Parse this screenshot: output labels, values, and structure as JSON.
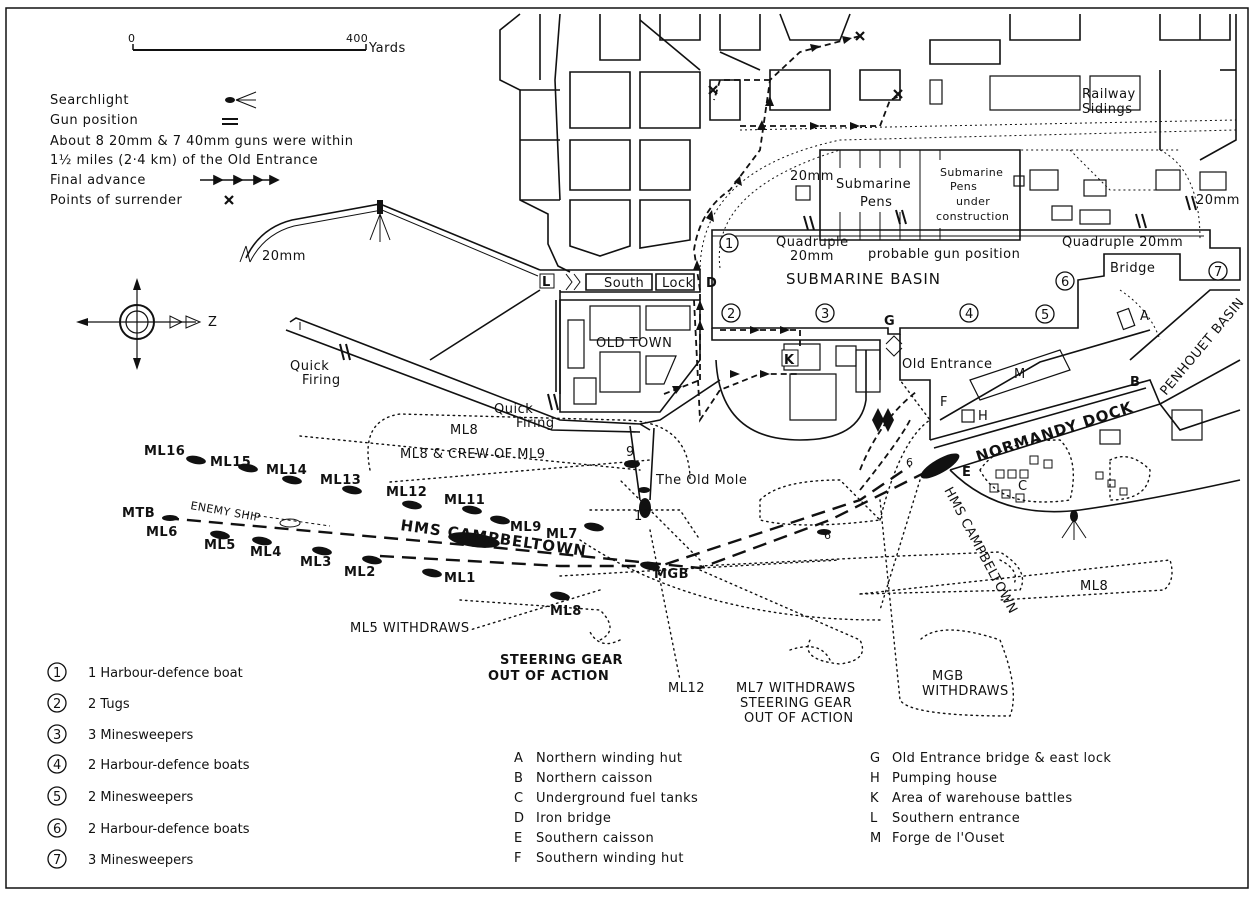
{
  "scale": {
    "zero": "0",
    "max": "400",
    "unit": "Yards"
  },
  "legend": {
    "searchlight": "Searchlight",
    "gun_position": "Gun position",
    "note_line1": "About 8 20mm & 7 40mm guns were within",
    "note_line2": "1½ miles (2·4 km) of the Old Entrance",
    "final_advance": "Final advance",
    "points_of_surrender": "Points of surrender"
  },
  "compass": {
    "north": "Z"
  },
  "places": {
    "railway_sidings_1": "Railway",
    "railway_sidings_2": "Sidings",
    "submarine_pens_1": "Submarine",
    "submarine_pens_2": "Pens",
    "pens_construction_1": "Submarine",
    "pens_construction_2": "Pens",
    "pens_construction_3": "under",
    "pens_construction_4": "construction",
    "quad20_left_1": "Quadruple",
    "quad20_left_2": "20mm",
    "probable_gun": "probable gun position",
    "quad20_right": "Quadruple 20mm",
    "bridge": "Bridge",
    "submarine_basin": "SUBMARINE   BASIN",
    "south_lock_1": "South",
    "south_lock_2": "Lock",
    "old_town": "OLD TOWN",
    "old_entrance": "Old Entrance",
    "penhouet_basin": "PENHOUET BASIN",
    "normandy_dock": "NORMANDY DOCK",
    "old_mole": "The Old Mole",
    "quick_firing_1": "Quick",
    "quick_firing_2": "Firing",
    "quick_firing_3": "Quick",
    "quick_firing_4": "Firing",
    "gun_20mm_a": "20mm",
    "gun_20mm_b": "20mm",
    "gun_20mm_c": "20mm",
    "letter_L": "L",
    "letter_D": "D",
    "letter_G": "G",
    "letter_K": "K",
    "letter_M": "M",
    "letter_F": "F",
    "letter_H": "H",
    "letter_E": "E",
    "letter_C": "C",
    "letter_B": "B",
    "letter_A": "A",
    "mole_9": "9",
    "mole_1": "1",
    "dock_6a": "6",
    "dock_6b": "6"
  },
  "vessels": {
    "ML16": "ML16",
    "ML15": "ML15",
    "ML14": "ML14",
    "ML13": "ML13",
    "ML12": "ML12",
    "ML11": "ML11",
    "ML9": "ML9",
    "ML7": "ML7",
    "MTB": "MTB",
    "ML6": "ML6",
    "ML5": "ML5",
    "ML4": "ML4",
    "ML3": "ML3",
    "ML2": "ML2",
    "ML1": "ML1",
    "ML8": "ML8",
    "MGB": "MGB",
    "campbeltown": "HMS CAMPBELTOWN",
    "campbeltown_docked": "HMS CAMPBELTOWN",
    "enemy_ship": "ENEMY SHIP",
    "ml8_route_top": "ML8",
    "ml8_crew_ml9": "ML8 & CREW OF ML9",
    "ml8_right": "ML8",
    "ml5_withdraws": "ML5 WITHDRAWS",
    "steering_1": "STEERING GEAR",
    "steering_2": "OUT OF ACTION",
    "ml12_end": "ML12",
    "ml7_withdraws": "ML7 WITHDRAWS",
    "steering_3": "STEERING GEAR",
    "steering_4": "OUT OF ACTION",
    "mgb_withdraws_1": "MGB",
    "mgb_withdraws_2": "WITHDRAWS"
  },
  "numbered_key": [
    {
      "num": "1",
      "text": "1  Harbour-defence boat"
    },
    {
      "num": "2",
      "text": "2  Tugs"
    },
    {
      "num": "3",
      "text": "3  Minesweepers"
    },
    {
      "num": "4",
      "text": "2  Harbour-defence boats"
    },
    {
      "num": "5",
      "text": "2  Minesweepers"
    },
    {
      "num": "6",
      "text": "2  Harbour-defence boats"
    },
    {
      "num": "7",
      "text": "3  Minesweepers"
    }
  ],
  "letter_key_left": [
    {
      "letter": "A",
      "text": "Northern winding hut"
    },
    {
      "letter": "B",
      "text": "Northern caisson"
    },
    {
      "letter": "C",
      "text": "Underground fuel tanks"
    },
    {
      "letter": "D",
      "text": "Iron  bridge"
    },
    {
      "letter": "E",
      "text": "Southern caisson"
    },
    {
      "letter": "F",
      "text": "Southern winding hut"
    }
  ],
  "letter_key_right": [
    {
      "letter": "G",
      "text": "Old Entrance bridge & east lock"
    },
    {
      "letter": "H",
      "text": "Pumping  house"
    },
    {
      "letter": "K",
      "text": "Area of warehouse battles"
    },
    {
      "letter": "L",
      "text": "Southern entrance"
    },
    {
      "letter": "M",
      "text": "Forge de l'Ouset"
    }
  ],
  "map_numbers": [
    "1",
    "2",
    "3",
    "4",
    "5",
    "6",
    "7"
  ]
}
